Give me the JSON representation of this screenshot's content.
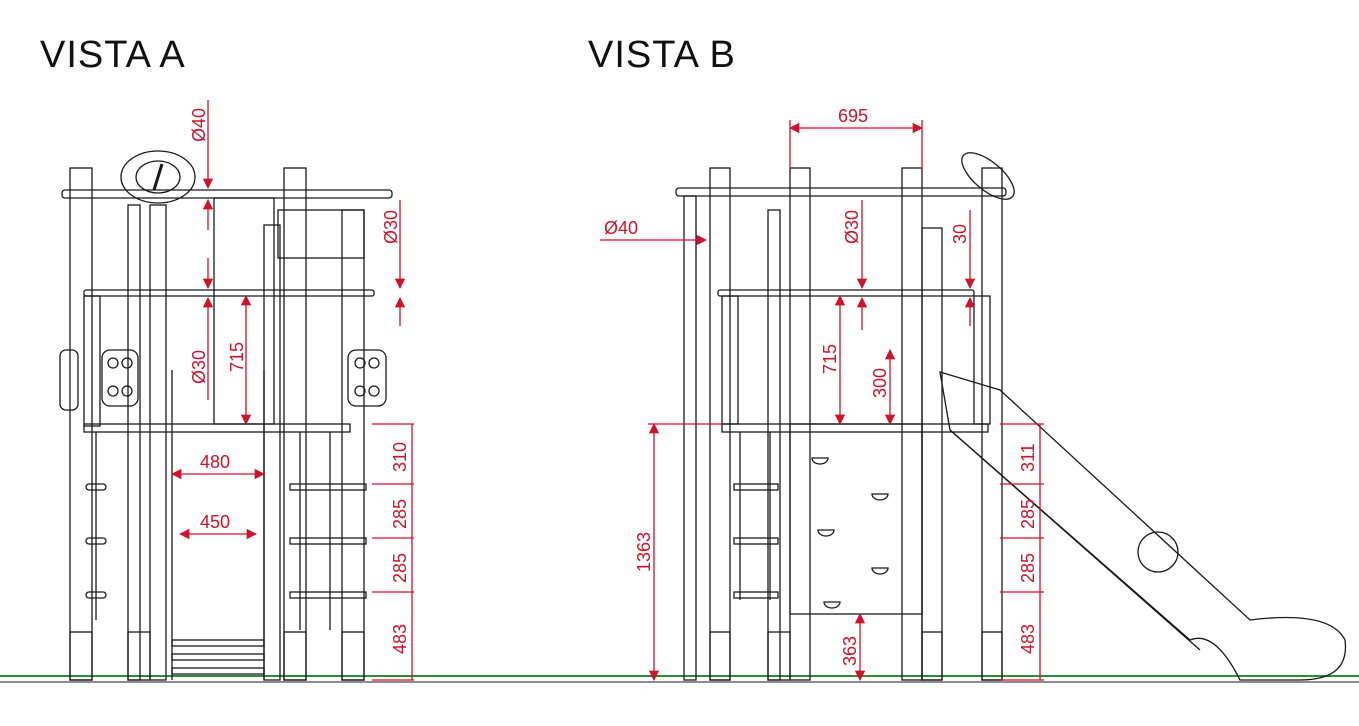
{
  "views": {
    "a": {
      "title": "VISTA  A",
      "dims": {
        "d40": "Ø40",
        "d30_top": "Ø30",
        "d30_side": "Ø30",
        "h715": "715",
        "w480": "480",
        "w450": "450",
        "h310": "310",
        "h285a": "285",
        "h285b": "285",
        "h483": "483"
      }
    },
    "b": {
      "title": "VISTA  B",
      "dims": {
        "w695": "695",
        "d40": "Ø40",
        "d30": "Ø30",
        "h30": "30",
        "h715": "715",
        "h300": "300",
        "h1363": "1363",
        "h363": "363",
        "h311": "311",
        "h285a": "285",
        "h285b": "285",
        "h483": "483"
      }
    }
  },
  "colors": {
    "dimension": "#d0122a",
    "ground": "#2e8b3a",
    "structure": "#1a1a1a"
  }
}
